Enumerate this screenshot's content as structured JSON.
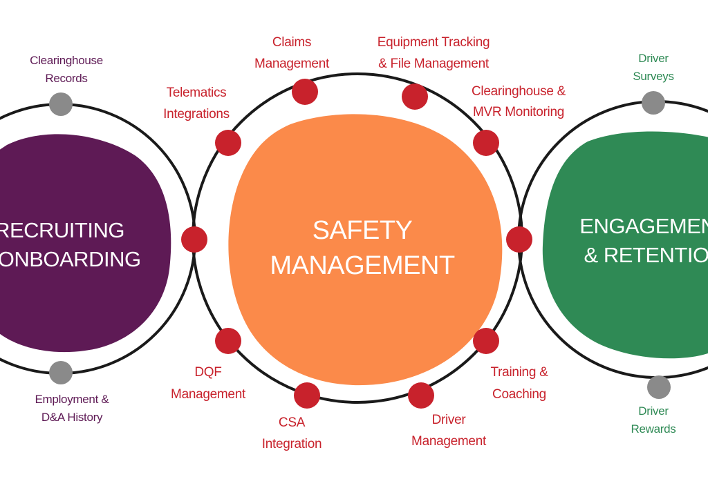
{
  "colors": {
    "ring_stroke": "#1a1a1a",
    "recruiting_fill": "#5e1a55",
    "safety_fill": "#fb8a4a",
    "engagement_fill": "#2f8a55",
    "red_node": "#c8222c",
    "gray_node": "#8a8a8a",
    "red_text": "#c8222c",
    "purple_text": "#5e1a55",
    "green_text": "#2f8a55"
  },
  "recruiting": {
    "title_line1": "RECRUITING",
    "title_line2": "& ONBOARDING",
    "top_label_line1": "Clearinghouse",
    "top_label_line2": "Records",
    "bottom_label_line1": "Employment &",
    "bottom_label_line2": "D&A History"
  },
  "safety": {
    "title_line1": "SAFETY",
    "title_line2": "MANAGEMENT",
    "nodes": {
      "claims": {
        "line1": "Claims",
        "line2": "Management"
      },
      "equipment": {
        "line1": "Equipment Tracking",
        "line2": "& File Management"
      },
      "telematics": {
        "line1": "Telematics",
        "line2": "Integrations"
      },
      "clearinghouse_mvr": {
        "line1": "Clearinghouse &",
        "line2": "MVR Monitoring"
      },
      "dqf": {
        "line1": "DQF",
        "line2": "Management"
      },
      "training": {
        "line1": "Training &",
        "line2": "Coaching"
      },
      "csa": {
        "line1": "CSA",
        "line2": "Integration"
      },
      "driver_mgmt": {
        "line1": "Driver",
        "line2": "Management"
      }
    }
  },
  "engagement": {
    "title_line1": "ENGAGEMENT",
    "title_line2": "& RETENTION",
    "top_label_line1": "Driver",
    "top_label_line2": "Surveys",
    "bottom_label_line1": "Driver",
    "bottom_label_line2": "Rewards"
  }
}
